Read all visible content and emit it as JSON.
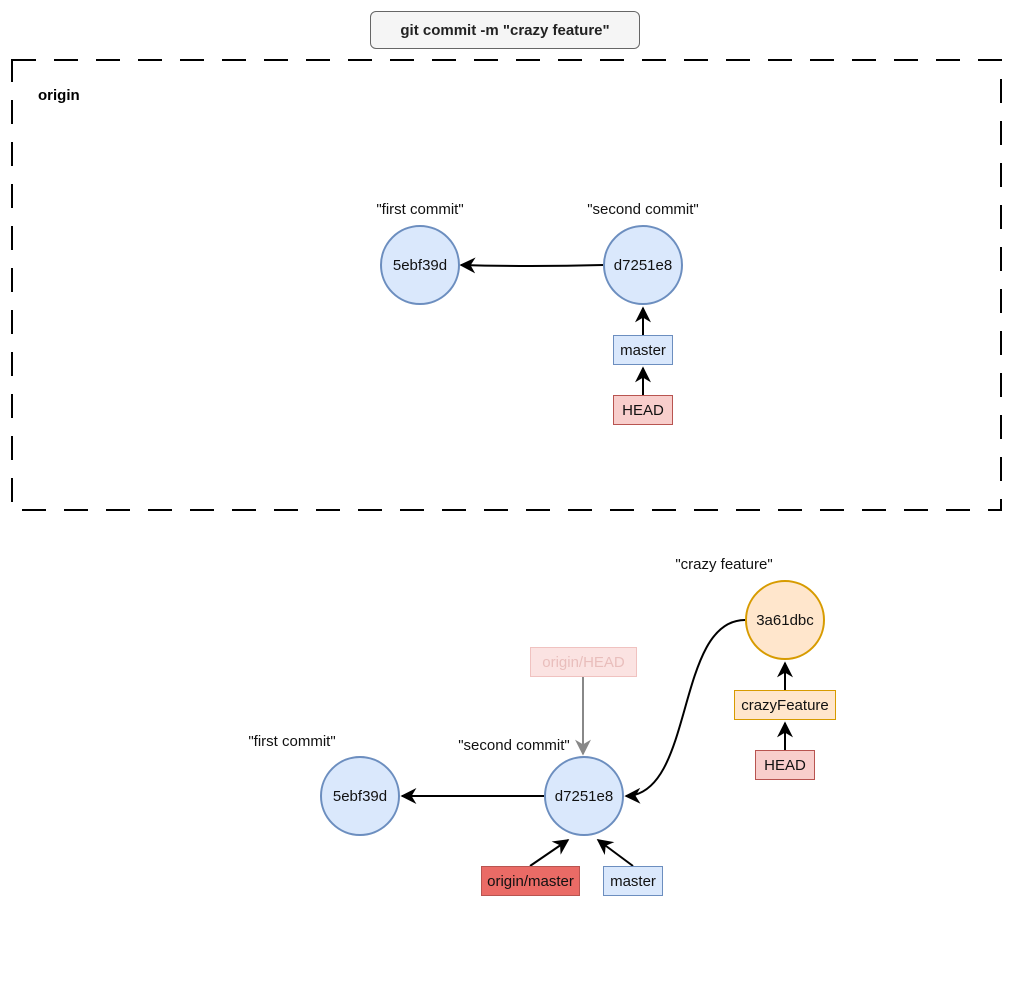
{
  "command": "git commit -m \"crazy feature\"",
  "origin_region": {
    "label": "origin"
  },
  "origin_repo": {
    "commits": [
      {
        "id": "5ebf39d",
        "message": "\"first commit\""
      },
      {
        "id": "d7251e8",
        "message": "\"second commit\""
      }
    ],
    "refs": {
      "branch": "master",
      "head": "HEAD"
    }
  },
  "local_repo": {
    "commits": [
      {
        "id": "5ebf39d",
        "message": "\"first commit\""
      },
      {
        "id": "d7251e8",
        "message": "\"second commit\""
      },
      {
        "id": "3a61dbc",
        "message": "\"crazy feature\""
      }
    ],
    "refs": {
      "origin_head": "origin/HEAD",
      "feature_branch": "crazyFeature",
      "head": "HEAD",
      "origin_master": "origin/master",
      "master": "master"
    }
  },
  "colors": {
    "commit_fill": "#dae8fc",
    "commit_stroke": "#6c8ebf",
    "new_commit_fill": "#ffe6cc",
    "new_commit_stroke": "#d79b00",
    "head_fill": "#f8cecc",
    "remote_branch_fill": "#ea6b66"
  }
}
